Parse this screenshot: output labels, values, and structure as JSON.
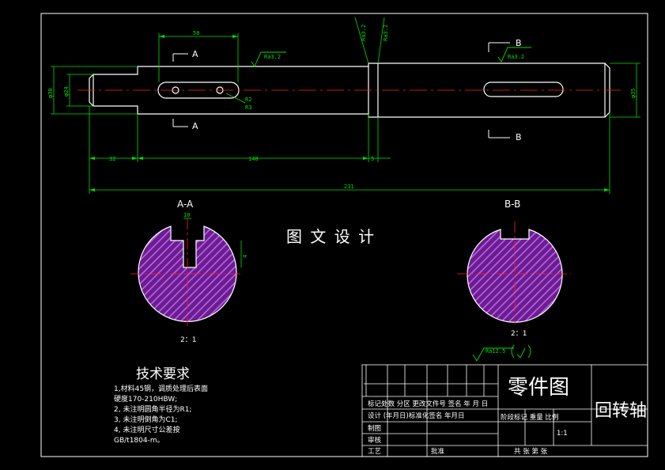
{
  "colors": {
    "background": "#000000",
    "outline": "#ffffff",
    "dimension": "#00e000",
    "centerline": "#ff2020",
    "hatch": "#a040ff",
    "hatch_bg": "#6a1f8a"
  },
  "front_view": {
    "section_a_label": "A",
    "section_b_label": "B",
    "roughness_1": "Ra3.2",
    "roughness_2": "Ra3.2",
    "roughness_3": "Ra3.2",
    "roughness_4": "Ra3.2",
    "dim_top": "50",
    "dim_left_1": "φ30",
    "dim_left_2": "φ24",
    "dim_right": "φ35",
    "dim_r2": "R2",
    "dim_r3": "R3",
    "dim_32": "32",
    "dim_148": "148",
    "dim_5": "5",
    "dim_overall": "231"
  },
  "section_aa": {
    "title": "A-A",
    "width_dim": "10",
    "depth_dim": "4",
    "scale": "2：1"
  },
  "section_bb": {
    "title": "B-B",
    "scale": "2：1"
  },
  "watermark": "图 文 设 计",
  "general_roughness": "Ra12.5",
  "tech_requirements": {
    "heading": "技术要求",
    "lines": [
      "1,材料45钢，调质处理后表面",
      "硬度170-210HBW;",
      "2, 未注明圆角半径为R1;",
      "3, 未注明倒角为C1;",
      "4, 未注明尺寸公差按",
      "GB/t1804-m。"
    ]
  },
  "title_block": {
    "drawing_name": "零件图",
    "part_name": "回转轴",
    "row1": "标记处数  分区  更改文件号  签名  年 月 日",
    "row2": "设计    (年月日)标准化签名 年月日",
    "row2_right": "阶段标记 重量  比例",
    "row3": "制图",
    "row4": "审核",
    "row5": "工艺",
    "approve": "批准",
    "scale_value": "1:1",
    "sheets": "共  张    第  张"
  }
}
